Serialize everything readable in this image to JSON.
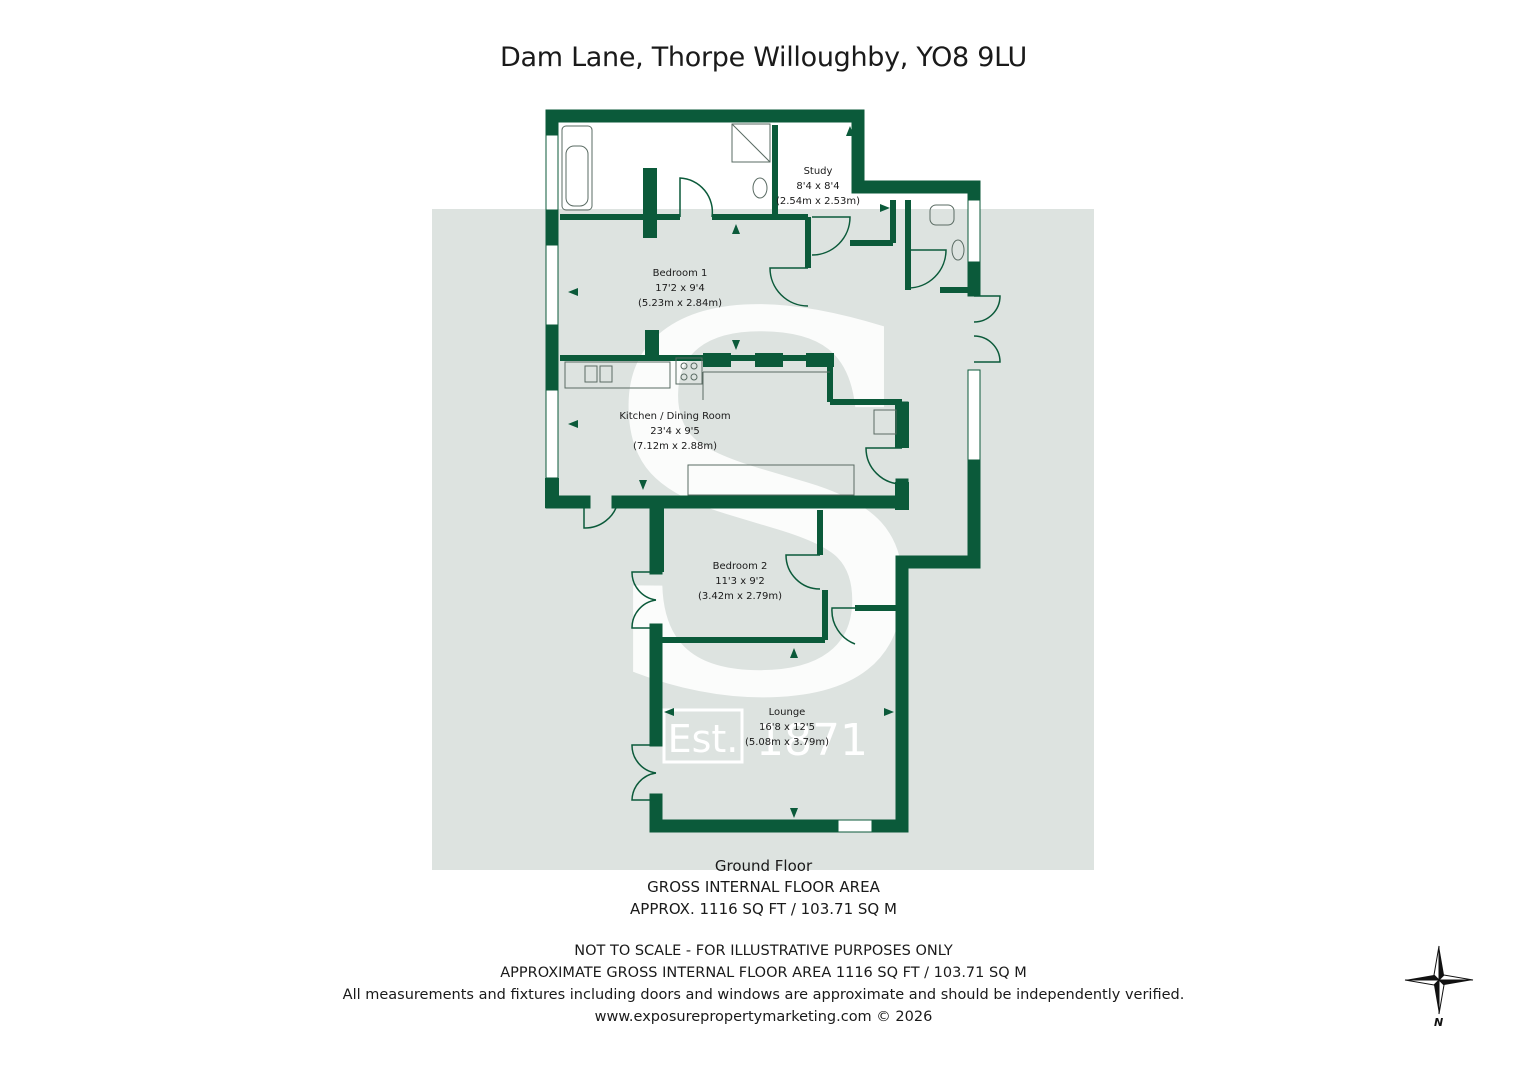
{
  "title": "Dam Lane, Thorpe Willoughby, YO8 9LU",
  "rooms": {
    "study": {
      "name": "Study",
      "size_imperial": "8'4 x 8'4",
      "size_metric": "(2.54m x 2.53m)"
    },
    "bedroom1": {
      "name": "Bedroom 1",
      "size_imperial": "17'2 x 9'4",
      "size_metric": "(5.23m x 2.84m)"
    },
    "kitchen": {
      "name": "Kitchen / Dining Room",
      "size_imperial": "23'4 x 9'5",
      "size_metric": "(7.12m x 2.88m)"
    },
    "bedroom2": {
      "name": "Bedroom 2",
      "size_imperial": "11'3 x 9'2",
      "size_metric": "(3.42m x 2.79m)"
    },
    "lounge": {
      "name": "Lounge",
      "size_imperial": "16'8 x 12'5",
      "size_metric": "(5.08m x 3.79m)"
    }
  },
  "watermark": {
    "letter": "S",
    "est": "Est.",
    "year": "1871"
  },
  "floor": {
    "name": "Ground Floor",
    "area_label": "GROSS INTERNAL FLOOR AREA",
    "area_value": "APPROX. 1116 SQ FT / 103.71 SQ M"
  },
  "footer": {
    "line1": "NOT TO SCALE - FOR ILLUSTRATIVE PURPOSES ONLY",
    "line2": "APPROXIMATE GROSS INTERNAL FLOOR AREA 1116 SQ FT / 103.71 SQ M",
    "line3": "All measurements and fixtures including doors and windows are approximate and should be independently verified.",
    "line4": "www.exposurepropertymarketing.com © 2026"
  },
  "compass": {
    "label": "N"
  },
  "colors": {
    "wall": "#0b5a3a",
    "watermark_bg": "#dde3e0",
    "watermark_fg": "#ffffff"
  }
}
